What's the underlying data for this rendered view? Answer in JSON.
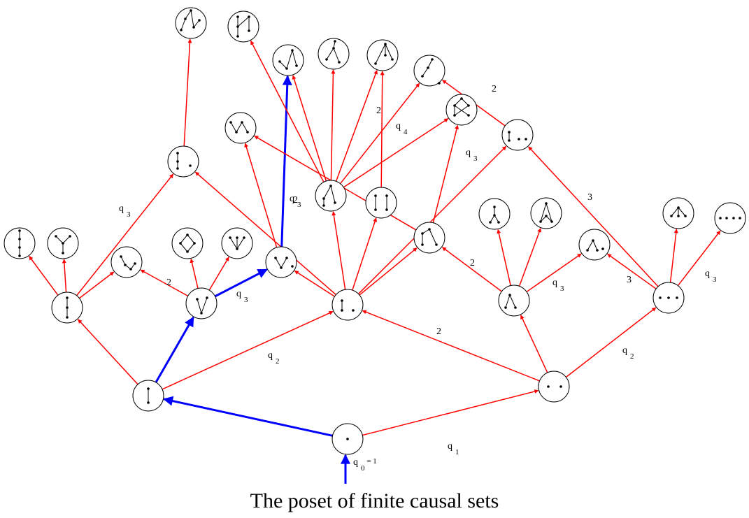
{
  "caption": "The poset of finite causal sets",
  "colors": {
    "main": "#ff0000",
    "highlight": "#0000ff",
    "node": "#000000"
  },
  "labels": {
    "l_q0": {
      "base": "q",
      "sub": "0",
      "tail": " = 1"
    },
    "l_q1": {
      "base": "q",
      "sub": "1",
      "tail": ""
    },
    "l_q2a": {
      "base": "q",
      "sub": "2",
      "tail": ""
    },
    "l_q2b": {
      "base": "q",
      "sub": "2",
      "tail": ""
    },
    "l_q3a": {
      "base": "q",
      "sub": "3",
      "tail": ""
    },
    "l_q3b": {
      "base": "q",
      "sub": "3",
      "tail": ""
    },
    "l_q3c": {
      "base": "q",
      "sub": "3",
      "tail": ""
    },
    "l_q3d": {
      "base": "q",
      "sub": "3",
      "tail": ""
    },
    "l_q3e": {
      "base": "q",
      "sub": "3",
      "tail": ""
    },
    "l_q3f": {
      "base": "q",
      "sub": "3",
      "tail": ""
    },
    "l_q4": {
      "base": "q",
      "sub": "4",
      "tail": ""
    },
    "l_2a": {
      "base": "2",
      "sub": "",
      "tail": ""
    },
    "l_2b": {
      "base": "2",
      "sub": "",
      "tail": ""
    },
    "l_2c": {
      "base": "2",
      "sub": "",
      "tail": ""
    },
    "l_2d": {
      "base": "2",
      "sub": "",
      "tail": ""
    },
    "l_2e": {
      "base": "2",
      "sub": "",
      "tail": ""
    },
    "l_2f": {
      "base": "2",
      "sub": "",
      "tail": ""
    },
    "l_3a": {
      "base": "3",
      "sub": "",
      "tail": ""
    },
    "l_3b": {
      "base": "3",
      "sub": "",
      "tail": ""
    }
  }
}
